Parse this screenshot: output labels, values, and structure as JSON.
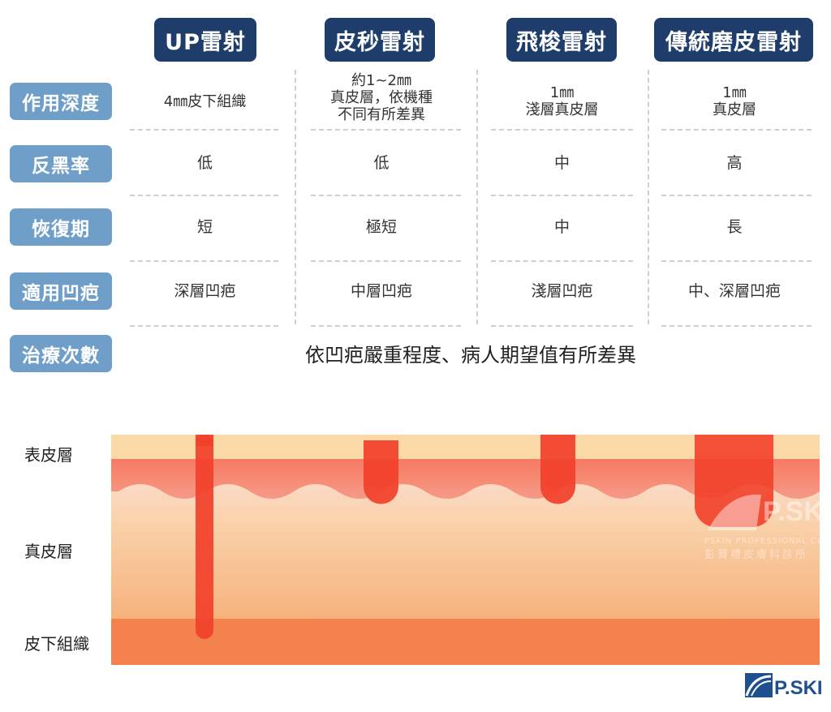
{
  "columns": [
    "UP雷射",
    "皮秒雷射",
    "飛梭雷射",
    "傳統磨皮雷射"
  ],
  "rows": [
    {
      "label": "作用深度",
      "cells": [
        [
          "4㎜皮下組織"
        ],
        [
          "約1~2㎜",
          "真皮層，依機種",
          "不同有所差異"
        ],
        [
          "1㎜",
          "淺層真皮層"
        ],
        [
          "1㎜",
          "真皮層"
        ]
      ]
    },
    {
      "label": "反黑率",
      "cells": [
        [
          "低"
        ],
        [
          "低"
        ],
        [
          "中"
        ],
        [
          "高"
        ]
      ]
    },
    {
      "label": "恢復期",
      "cells": [
        [
          "短"
        ],
        [
          "極短"
        ],
        [
          "中"
        ],
        [
          "長"
        ]
      ]
    },
    {
      "label": "適用凹疤",
      "cells": [
        [
          "深層凹疤"
        ],
        [
          "中層凹疤"
        ],
        [
          "淺層凹疤"
        ],
        [
          "中、深層凹疤"
        ]
      ]
    }
  ],
  "treatment": {
    "label": "治療次數",
    "text": "依凹疤嚴重程度、病人期望值有所差異"
  },
  "layers": {
    "epidermis": "表皮層",
    "dermis": "真皮層",
    "subcutis": "皮下組織"
  },
  "watermark": {
    "brand": "P.SKIN",
    "line1": "PSKIN PROFESSIONAL CLINIC",
    "line2": "彭賢禮皮膚科診所"
  },
  "logo": {
    "text": "P.SKIN"
  },
  "colors": {
    "navy": "#1e3d6b",
    "rowblue": "#6f9fc9",
    "epidermis": "#fbd9a6",
    "laser": "#f2402a",
    "subcutis": "#f3824f"
  }
}
